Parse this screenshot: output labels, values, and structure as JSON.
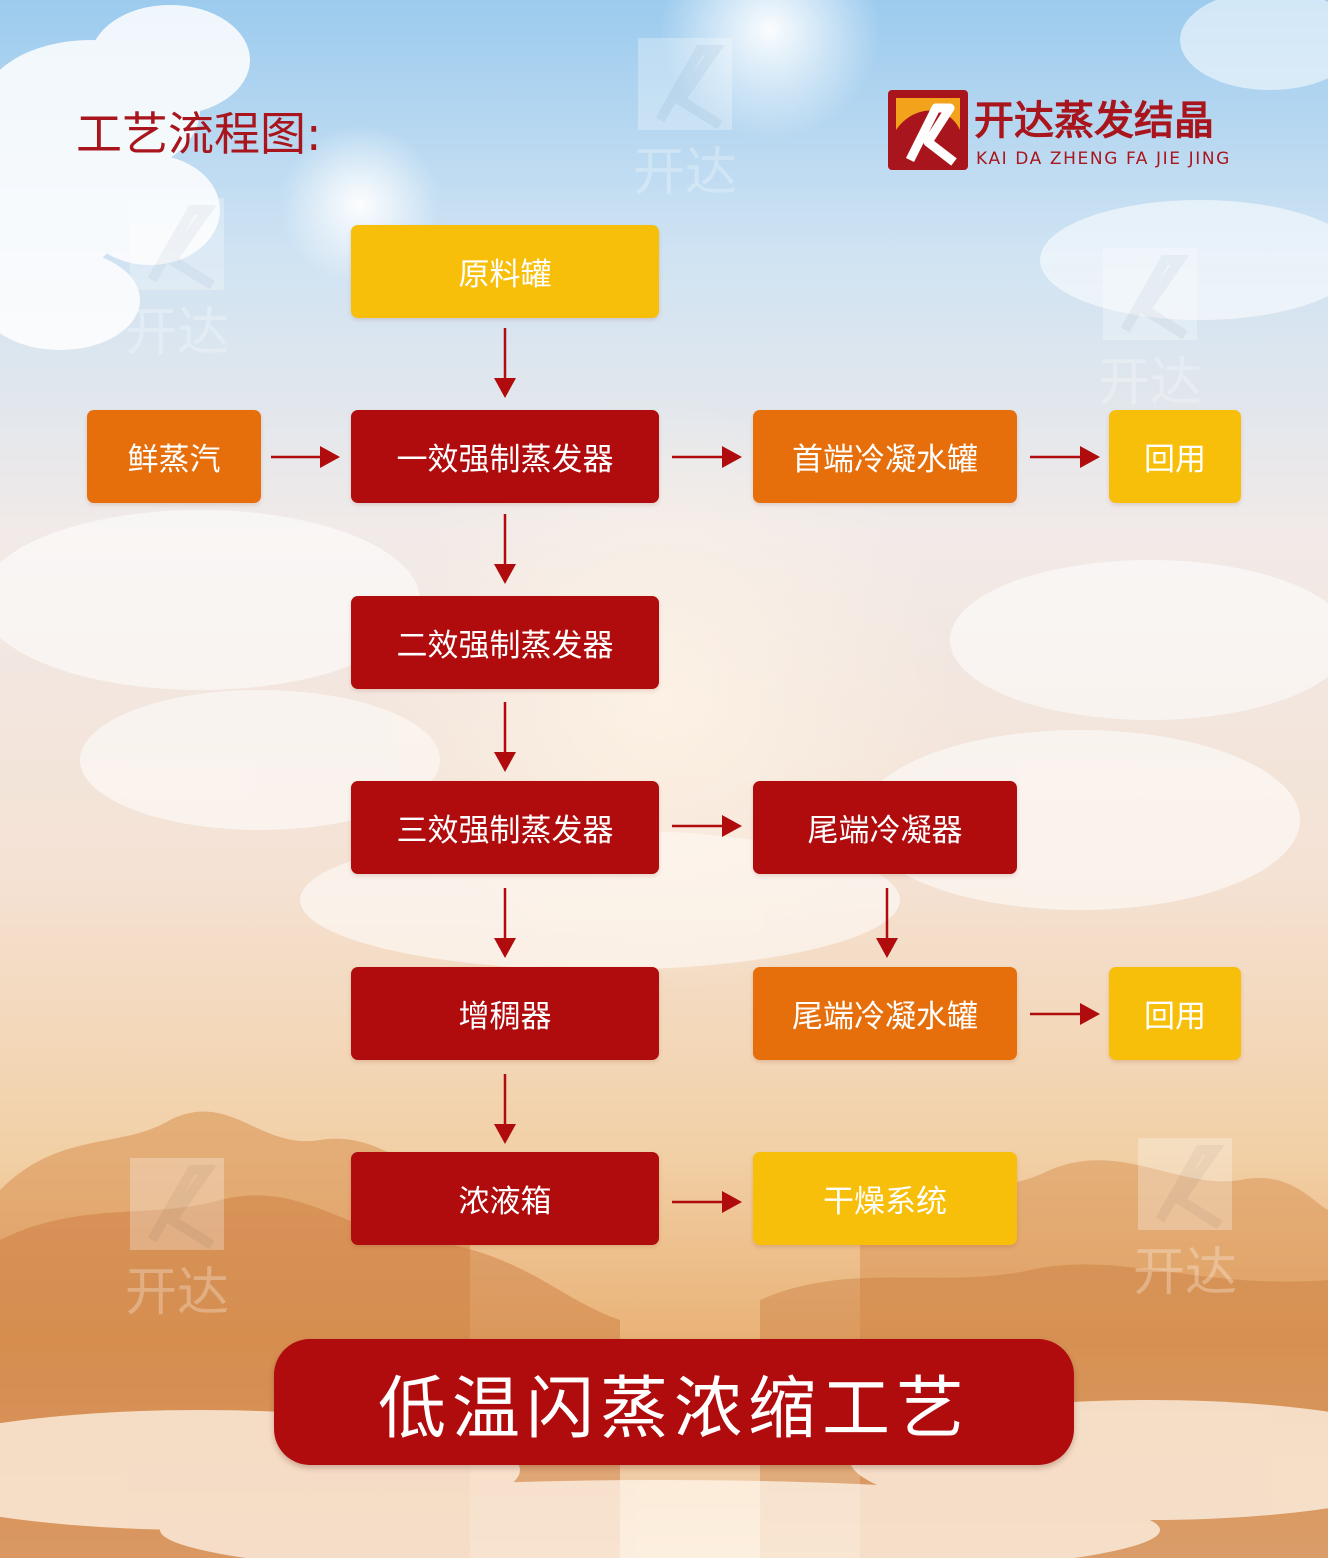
{
  "header": {
    "title": "工艺流程图:"
  },
  "brand": {
    "name": "开达蒸发结晶",
    "pinyin": "KAI DA ZHENG FA JIE JING",
    "logo_letter": "K",
    "color": "#a8151c"
  },
  "watermark_text": "开达",
  "nodes": {
    "raw_tank": "原料罐",
    "fresh_steam": "鲜蒸汽",
    "effect1": "一效强制蒸发器",
    "head_condensate_tank": "首端冷凝水罐",
    "reuse_1": "回用",
    "effect2": "二效强制蒸发器",
    "effect3": "三效强制蒸发器",
    "tail_condenser": "尾端冷凝器",
    "thickener": "增稠器",
    "tail_condensate_tank": "尾端冷凝水罐",
    "reuse_2": "回用",
    "concentrate_tank": "浓液箱",
    "drying_system": "干燥系统"
  },
  "flows": [
    [
      "原料罐",
      "一效强制蒸发器"
    ],
    [
      "鲜蒸汽",
      "一效强制蒸发器"
    ],
    [
      "一效强制蒸发器",
      "首端冷凝水罐"
    ],
    [
      "首端冷凝水罐",
      "回用"
    ],
    [
      "一效强制蒸发器",
      "二效强制蒸发器"
    ],
    [
      "二效强制蒸发器",
      "三效强制蒸发器"
    ],
    [
      "三效强制蒸发器",
      "尾端冷凝器"
    ],
    [
      "三效强制蒸发器",
      "增稠器"
    ],
    [
      "尾端冷凝器",
      "尾端冷凝水罐"
    ],
    [
      "尾端冷凝水罐",
      "回用"
    ],
    [
      "增稠器",
      "浓液箱"
    ],
    [
      "浓液箱",
      "干燥系统"
    ]
  ],
  "banner": {
    "text": "低温闪蒸浓缩工艺"
  },
  "colors": {
    "red": "#b00b0d",
    "orange": "#e66f0b",
    "yellow": "#f7bf0a",
    "arrow": "#b00b0d"
  }
}
